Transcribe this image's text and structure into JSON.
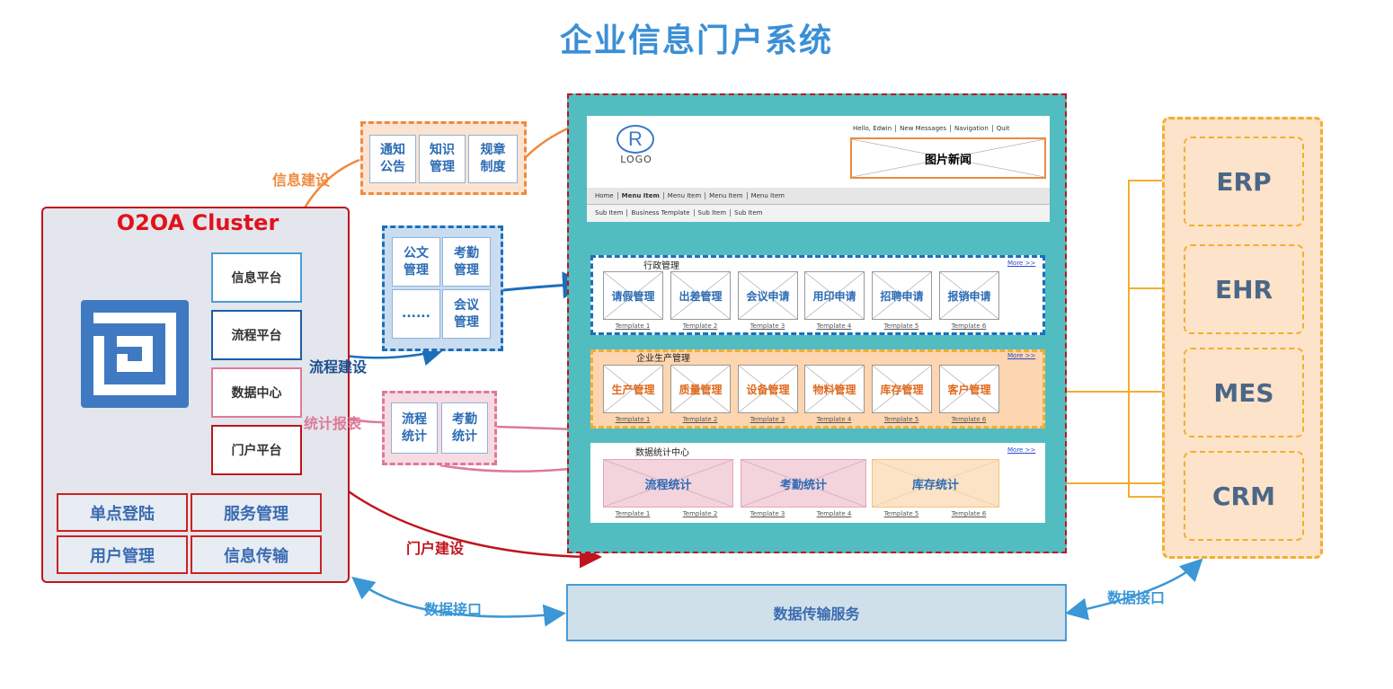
{
  "title": "企业信息门户系统",
  "cluster": {
    "name": "O2OA Cluster",
    "platforms": [
      "信息平台",
      "流程平台",
      "数据中心",
      "门户平台"
    ],
    "services": [
      "单点登陆",
      "服务管理",
      "用户管理",
      "信息传输"
    ]
  },
  "info_group": [
    "通知\n公告",
    "知识\n管理",
    "规章\n制度"
  ],
  "flow_group": [
    "公文\n管理",
    "考勤\n管理",
    "......",
    "会议\n管理"
  ],
  "stat_group": [
    "流程\n统计",
    "考勤\n统计"
  ],
  "edge_labels": {
    "info": "信息建设",
    "flow": "流程建设",
    "stat": "统计报表",
    "portal": "门户建设",
    "data_left": "数据接口",
    "data_right": "数据接口"
  },
  "portal": {
    "logo_letter": "R",
    "logo_text": "LOGO",
    "top_links": [
      "Hello, Edwin",
      "New Messages",
      "Navigation",
      "Quit"
    ],
    "news": "图片新闻",
    "menu": [
      "Home",
      "Menu Item",
      "Menu Item",
      "Menu Item",
      "Menu Item"
    ],
    "submenu": [
      "Sub Item",
      "Business Template",
      "Sub Item",
      "Sub Item"
    ],
    "more": "More >>",
    "sections": [
      {
        "title": "行政管理",
        "items": [
          "请假管理",
          "出差管理",
          "会议申请",
          "用印申请",
          "招聘申请",
          "报销申请"
        ],
        "templates": [
          "Template 1",
          "Template 2",
          "Template 3",
          "Template 4",
          "Template 5",
          "Template 6"
        ]
      },
      {
        "title": "企业生产管理",
        "items": [
          "生产管理",
          "质量管理",
          "设备管理",
          "物料管理",
          "库存管理",
          "客户管理"
        ],
        "templates": [
          "Template 1",
          "Template 2",
          "Template 3",
          "Template 4",
          "Template 5",
          "Template 6"
        ]
      },
      {
        "title": "数据统计中心",
        "items": [
          "流程统计",
          "考勤统计",
          "库存统计"
        ],
        "templates": [
          "Template 1",
          "Template 2",
          "Template 3",
          "Template 4",
          "Template 5",
          "Template 6"
        ]
      }
    ]
  },
  "data_service": "数据传输服务",
  "external_systems": [
    "ERP",
    "EHR",
    "MES",
    "CRM"
  ],
  "colors": {
    "title": "#3b8fd6",
    "cluster_border": "#c0141c",
    "info_orange": "#ef8a3e",
    "flow_blue": "#1b6fba",
    "stat_pink": "#dd7a98",
    "portal_teal": "#52bdc1",
    "system_amber": "#f3ae2f"
  }
}
